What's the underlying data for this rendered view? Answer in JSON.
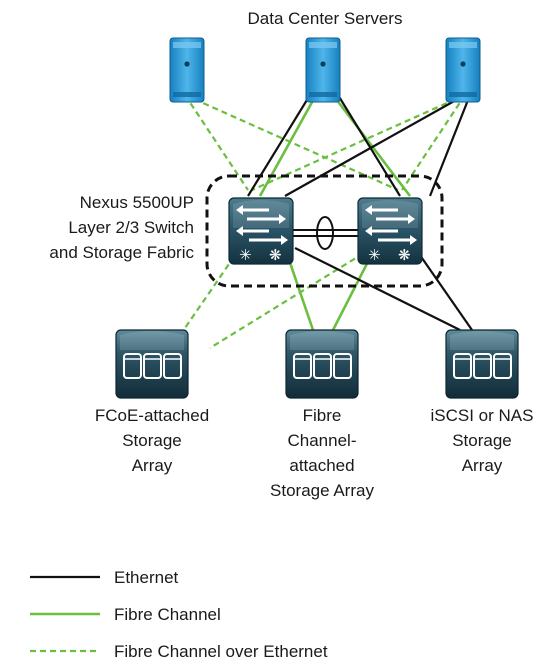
{
  "title": "Data Center Servers",
  "switch_label": [
    "Nexus 5500UP",
    "Layer 2/3 Switch",
    "and Storage Fabric"
  ],
  "storage_labels": {
    "fcoe": [
      "FCoE-attached",
      "Storage",
      "Array"
    ],
    "fc": [
      "Fibre",
      "Channel-",
      "attached",
      "Storage Array"
    ],
    "iscsi": [
      "iSCSI or NAS",
      "Storage",
      "Array"
    ]
  },
  "legend": {
    "ethernet": "Ethernet",
    "fibre_channel": "Fibre Channel",
    "fcoe": "Fibre Channel over Ethernet"
  },
  "colors": {
    "ethernet": "#111111",
    "fibre_channel": "#6abf3f",
    "device_dark": "#1e3e4e",
    "server_blue": "#1e8ccc"
  },
  "icons": {
    "server": "server-icon",
    "switch": "multilayer-switch-icon",
    "storage": "storage-array-icon"
  }
}
